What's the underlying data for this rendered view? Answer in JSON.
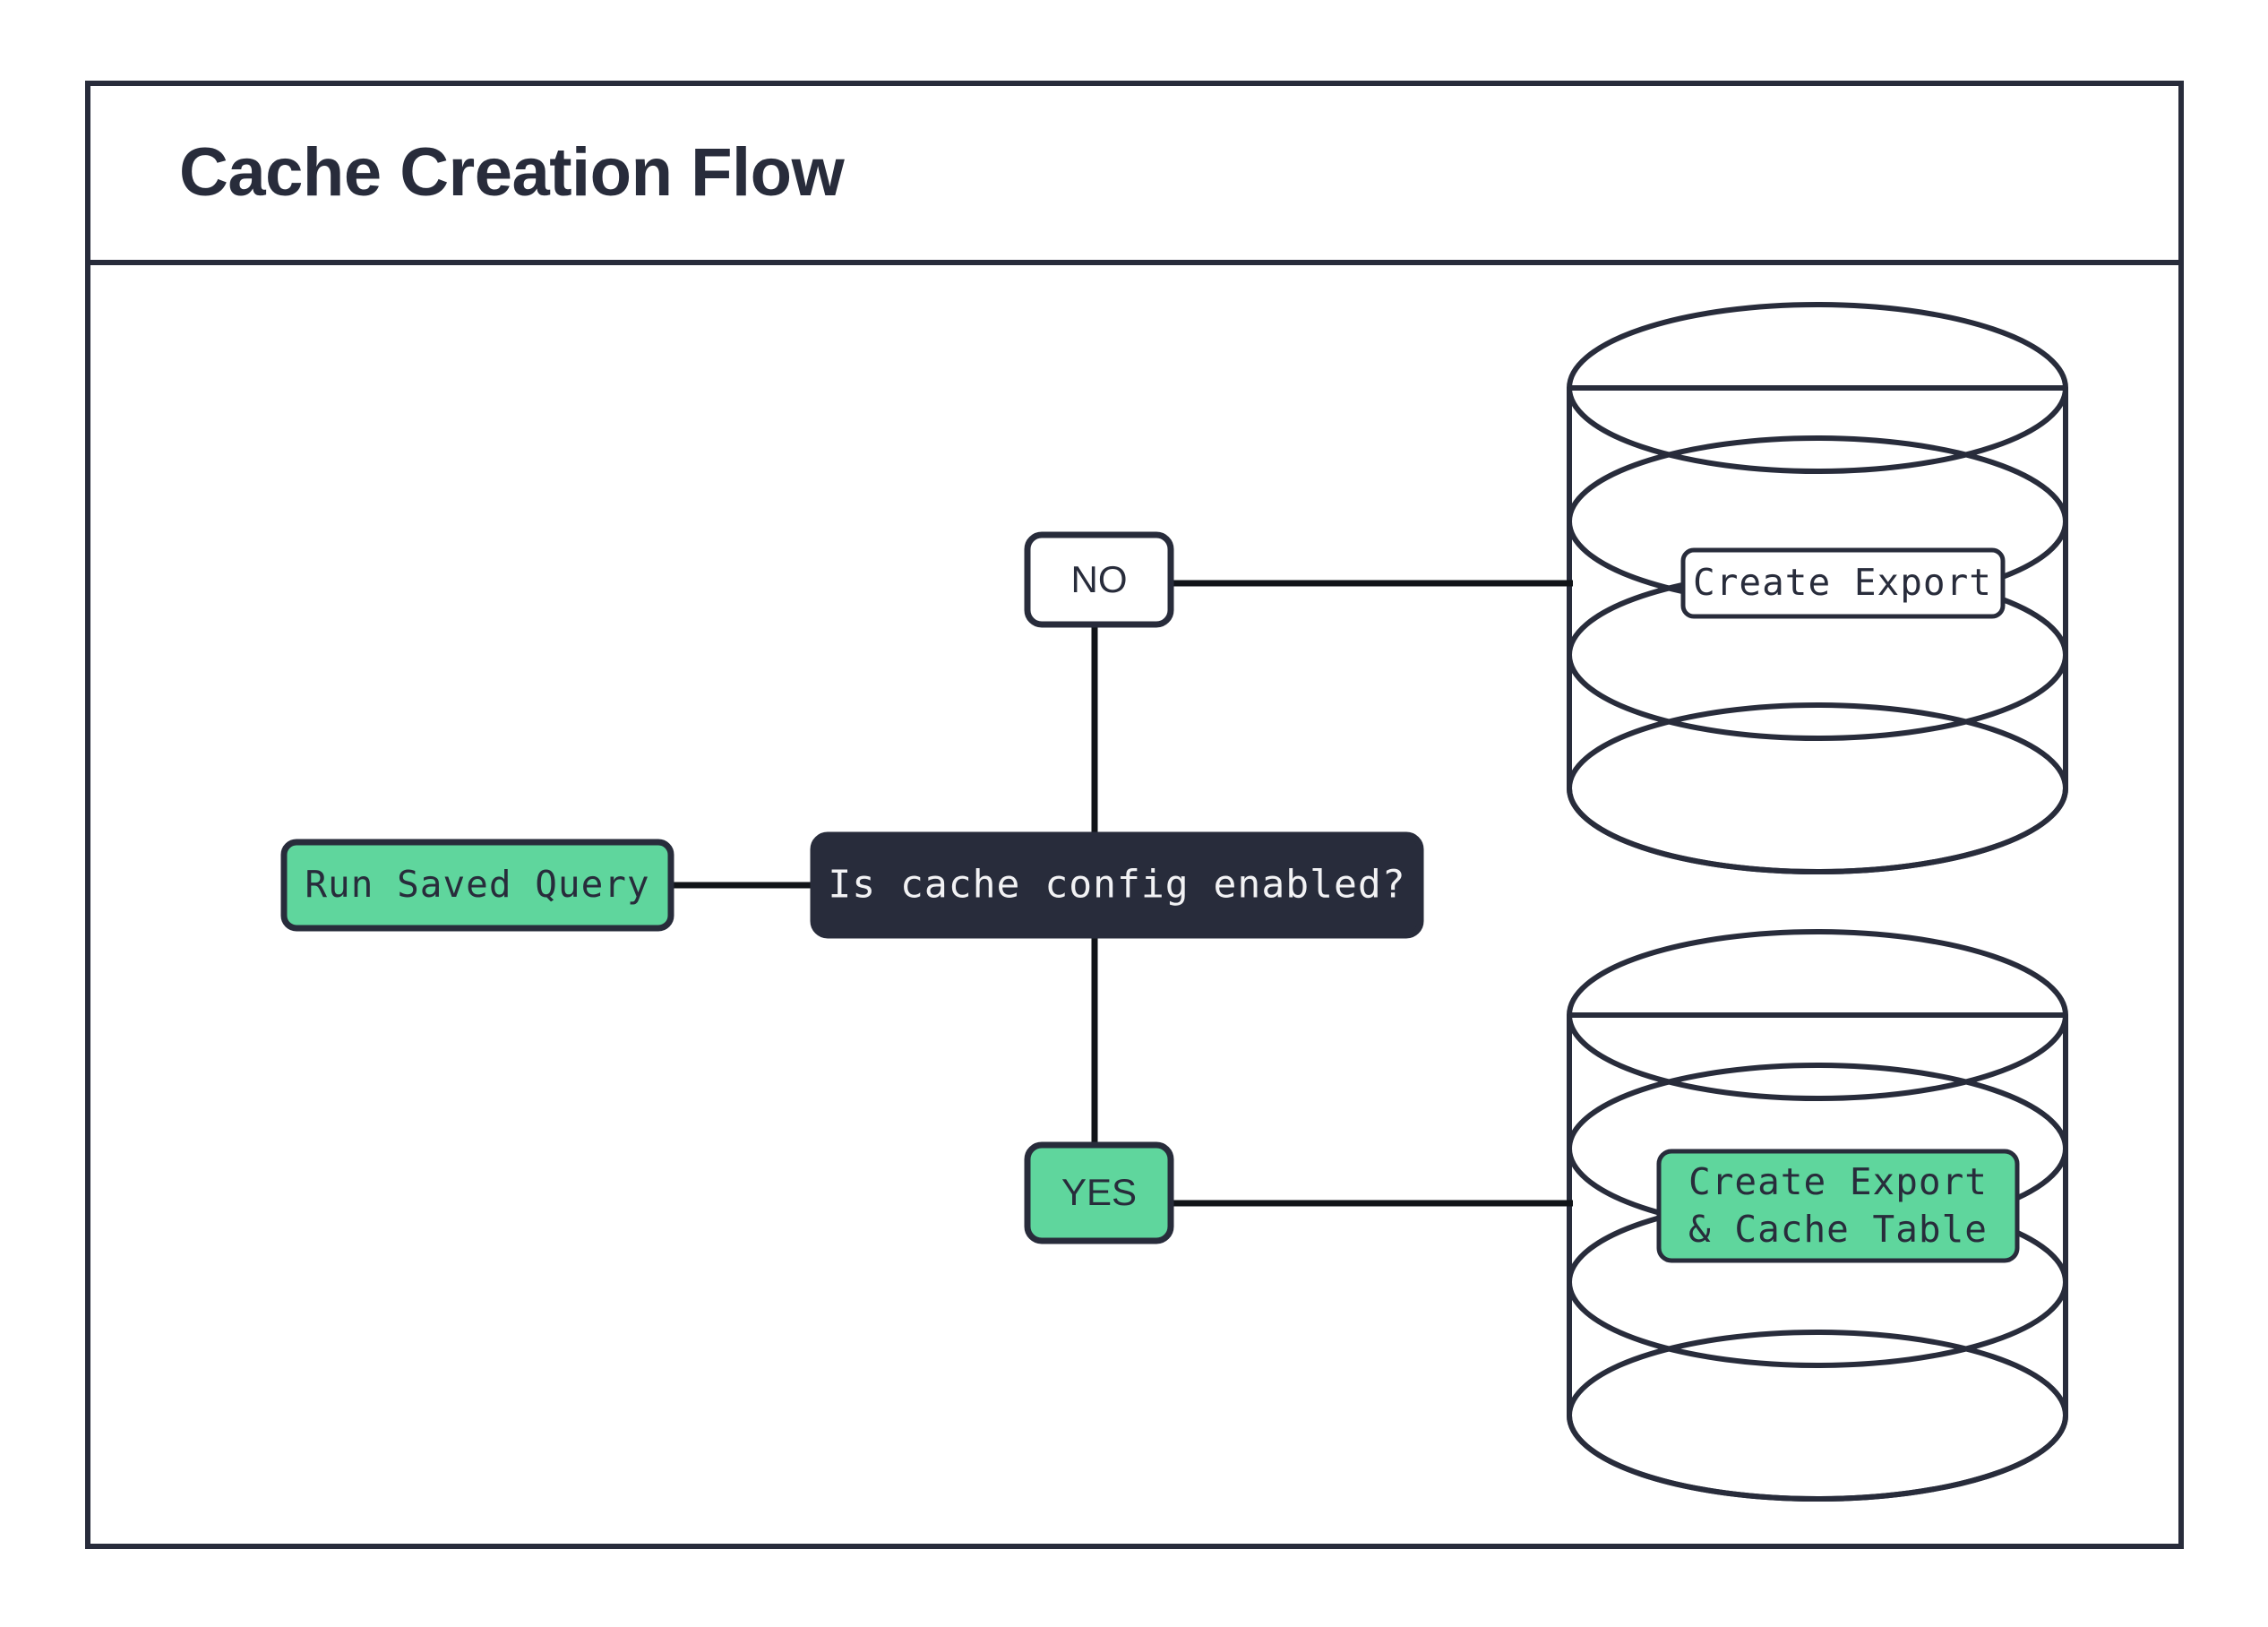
{
  "header": {
    "title": "Cache Creation Flow"
  },
  "colors": {
    "accent_green": "#5fd69d",
    "dark_navy": "#282c3b",
    "stroke": "#282c3b",
    "background": "#ffffff",
    "light_text": "#f2f2f4"
  },
  "diagram": {
    "type": "flowchart",
    "nodes": [
      {
        "id": "run-saved-query",
        "label": "Run Saved Query",
        "shape": "rounded-rect",
        "style": "green",
        "font": "monospace"
      },
      {
        "id": "decision",
        "label": "Is cache config enabled?",
        "shape": "rounded-rect",
        "style": "dark",
        "font": "monospace"
      },
      {
        "id": "branch-no",
        "label": "NO",
        "shape": "rounded-rect",
        "style": "white",
        "font": "sans"
      },
      {
        "id": "branch-yes",
        "label": "YES",
        "shape": "rounded-rect",
        "style": "green",
        "font": "sans"
      },
      {
        "id": "db-export",
        "label": "Create Export",
        "shape": "database-cylinder",
        "style": "white",
        "font": "monospace"
      },
      {
        "id": "db-export-cache",
        "label": "Create Export\n& Cache Table",
        "label_lines": [
          "Create Export",
          "& Cache Table"
        ],
        "shape": "database-cylinder",
        "style": "green",
        "font": "monospace"
      }
    ],
    "edges": [
      {
        "from": "run-saved-query",
        "to": "decision",
        "label": ""
      },
      {
        "from": "decision",
        "to": "branch-no",
        "label": ""
      },
      {
        "from": "decision",
        "to": "branch-yes",
        "label": ""
      },
      {
        "from": "branch-no",
        "to": "db-export",
        "label": ""
      },
      {
        "from": "branch-yes",
        "to": "db-export-cache",
        "label": ""
      }
    ]
  },
  "labels": {
    "run_saved_query": "Run Saved Query",
    "decision_question": "Is cache config enabled?",
    "branch_no": "NO",
    "branch_yes": "YES",
    "create_export": "Create Export",
    "create_export_cache_line1": "Create Export",
    "create_export_cache_line2": "& Cache Table"
  }
}
